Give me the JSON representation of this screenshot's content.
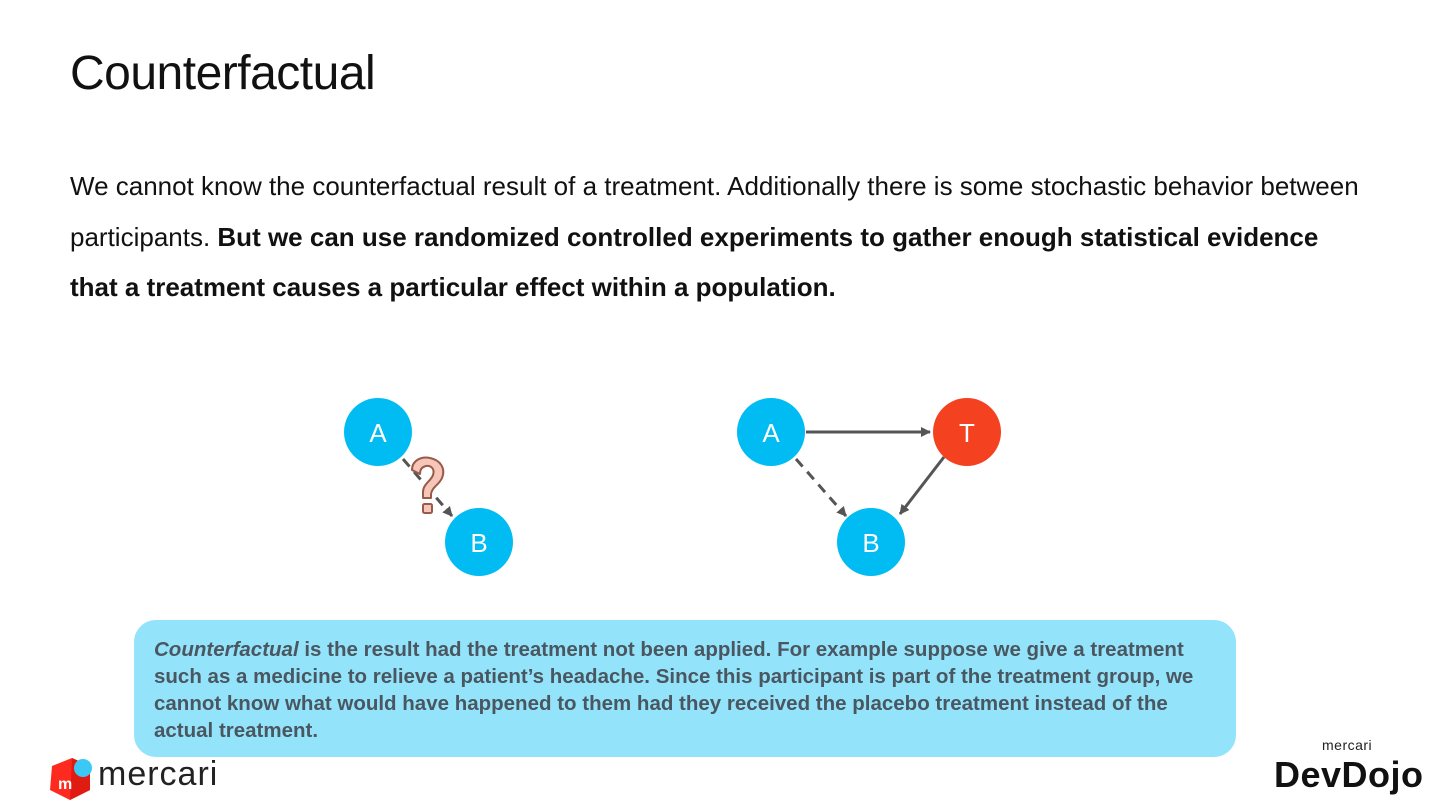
{
  "slide": {
    "title": "Counterfactual",
    "paragraph_normal": "We cannot know the counterfactual result of a treatment. Additionally there is some stochastic behavior between participants. ",
    "paragraph_bold": "But we can use randomized controlled experiments to gather enough statistical evidence that a treatment causes a particular effect within a population."
  },
  "diagram_left": {
    "nodes": [
      "A",
      "B"
    ],
    "question_icon": "question-mark-icon"
  },
  "diagram_right": {
    "nodes": [
      "A",
      "T",
      "B"
    ]
  },
  "callout": {
    "term": "Counterfactual",
    "text": " is the result had the treatment not been applied. For example suppose we give a treatment such as a medicine to relieve a patient’s headache. Since this participant is part of the treatment group, we cannot know what would have happened to them had they received the placebo treatment instead of the actual treatment."
  },
  "branding": {
    "left_logo_text": "mercari",
    "right_logo_small": "mercari",
    "right_logo_big": "DevDojo"
  },
  "colors": {
    "node_blue": "#00bcf2",
    "node_red": "#f4411f",
    "arrow": "#555555",
    "callout_bg": "#93e4fb",
    "question_fill": "#f6c6b8",
    "question_stroke": "#9a5a4a"
  }
}
